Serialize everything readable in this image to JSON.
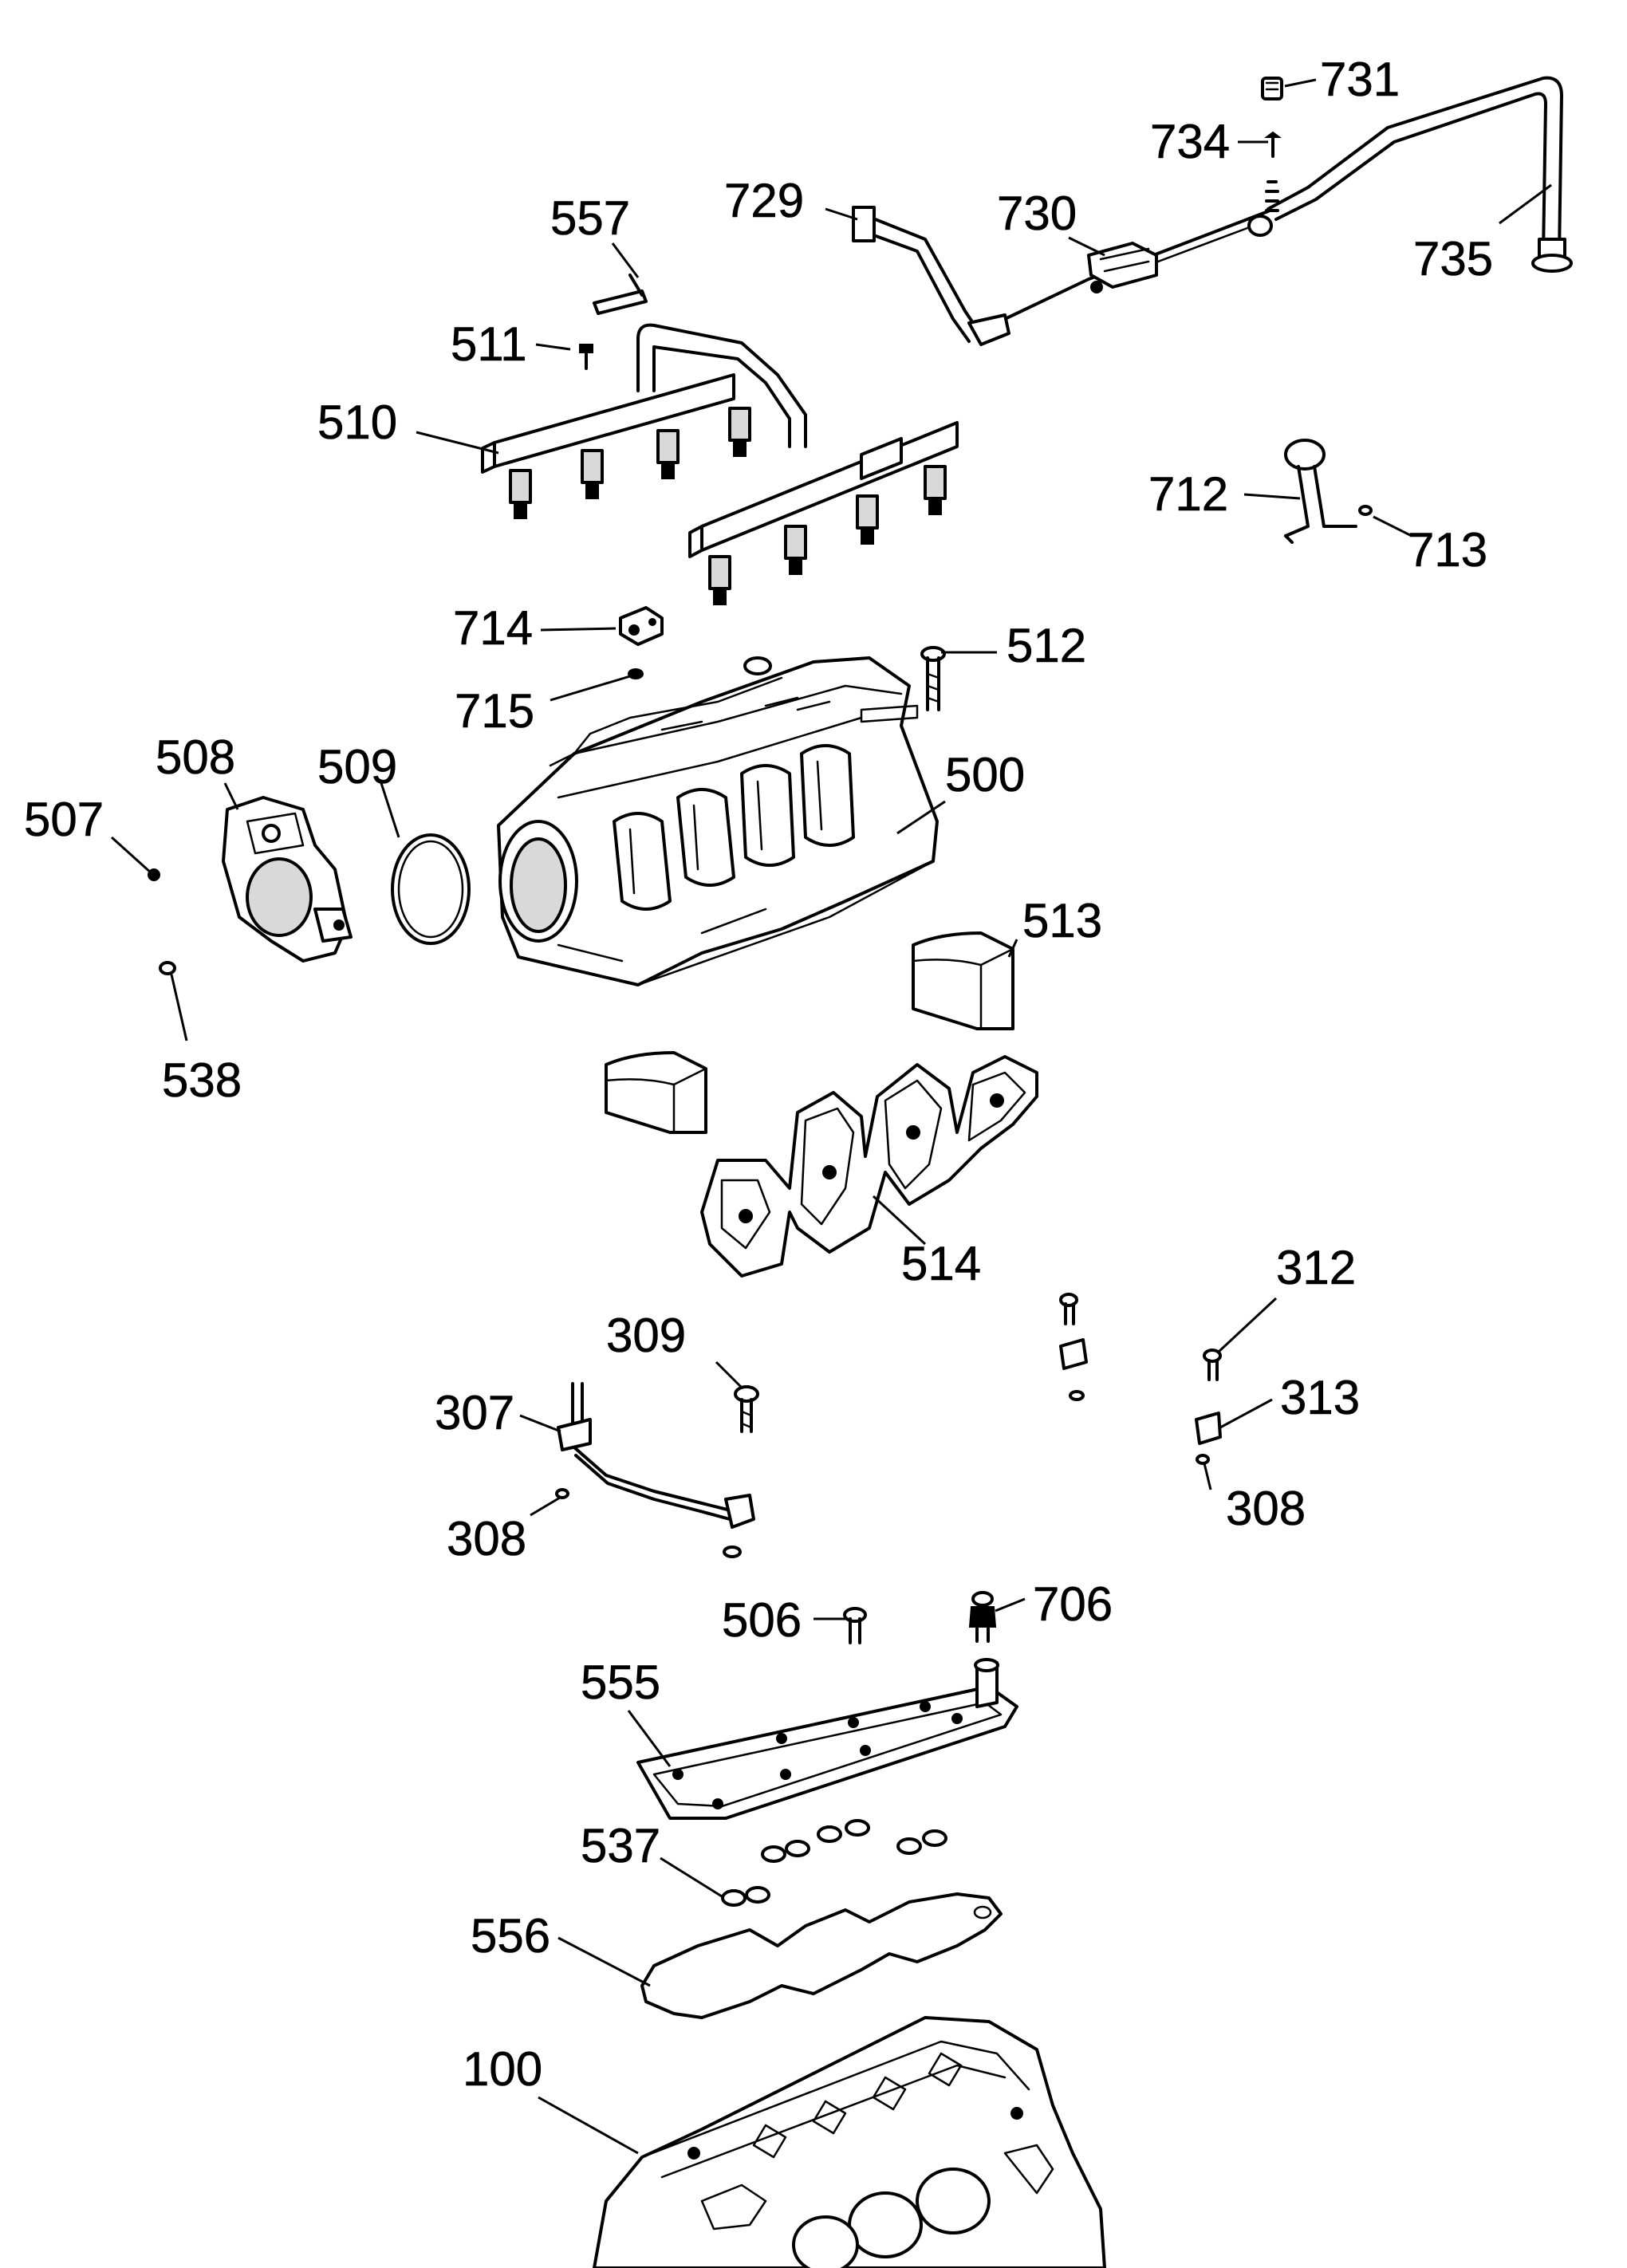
{
  "callouts": {
    "c731": "731",
    "c734": "734",
    "c729": "729",
    "c730": "730",
    "c735": "735",
    "c557": "557",
    "c511": "511",
    "c510": "510",
    "c712": "712",
    "c713": "713",
    "c714": "714",
    "c512": "512",
    "c715": "715",
    "c508": "508",
    "c509": "509",
    "c500": "500",
    "c507": "507",
    "c513": "513",
    "c538": "538",
    "c514": "514",
    "c312": "312",
    "c309": "309",
    "c313": "313",
    "c307": "307",
    "c308a": "308",
    "c308b": "308",
    "c506": "506",
    "c706": "706",
    "c555": "555",
    "c537": "537",
    "c556": "556",
    "c100": "100"
  }
}
